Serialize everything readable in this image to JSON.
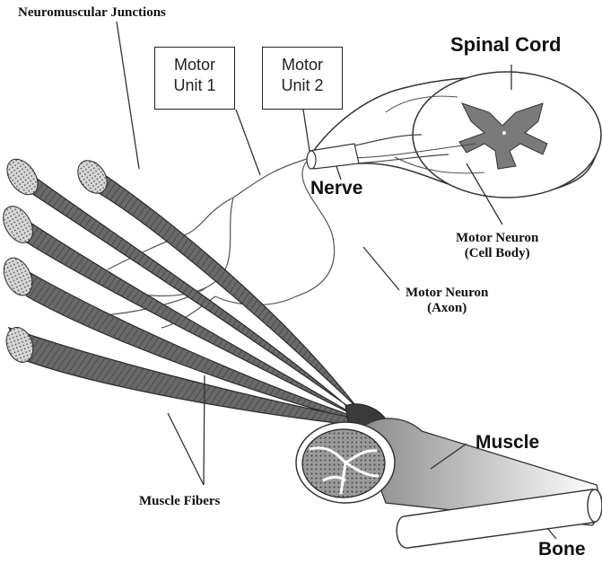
{
  "labels": {
    "neuromuscular_junctions": "Neuromuscular Junctions",
    "motor_unit_1": [
      "Motor",
      "Unit 1"
    ],
    "motor_unit_2": [
      "Motor",
      "Unit 2"
    ],
    "spinal_cord": "Spinal Cord",
    "nerve": "Nerve",
    "motor_neuron_cell_body": [
      "Motor Neuron",
      "(Cell Body)"
    ],
    "motor_neuron_axon": [
      "Motor Neuron",
      "(Axon)"
    ],
    "muscle": "Muscle",
    "muscle_fibers": "Muscle Fibers",
    "bone": "Bone"
  },
  "colors": {
    "fiber_fill": "#6a6a6a",
    "fiber_dark": "#3a3a3a",
    "grey_matter": "#777777",
    "outline": "#222222"
  }
}
